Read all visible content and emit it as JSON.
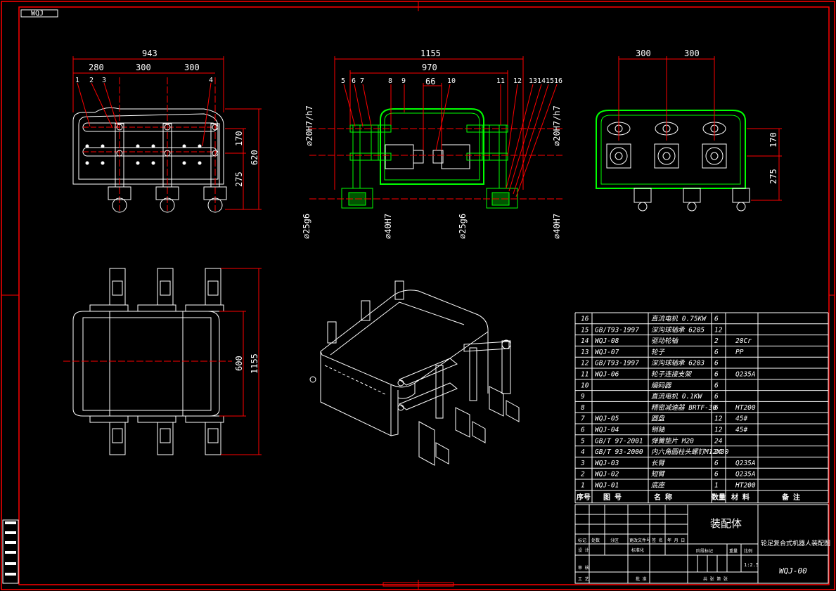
{
  "sheet_tag": "WQJ",
  "front_view": {
    "dims_top": [
      "943",
      "280",
      "300",
      "300"
    ],
    "dims_right": [
      "170",
      "620",
      "275"
    ],
    "part_labels": [
      "1",
      "2",
      "3",
      "4"
    ]
  },
  "section_view": {
    "dims_top": [
      "1155",
      "970",
      "66"
    ],
    "part_labels_left": [
      "5",
      "6",
      "7",
      "8",
      "9",
      "10"
    ],
    "part_labels_right": [
      "11",
      "12",
      "13",
      "14",
      "15",
      "16"
    ],
    "fit_labels": [
      "⌀20H7/h7",
      "⌀20H7/h7",
      "⌀25g6",
      "⌀40H7",
      "⌀25g6",
      "⌀40H7"
    ]
  },
  "side_view": {
    "dims_top": [
      "300",
      "300"
    ],
    "dims_right": [
      "170",
      "275"
    ]
  },
  "top_view": {
    "dims_right": [
      "600",
      "1155"
    ]
  },
  "bom": {
    "rows": [
      {
        "no": "16",
        "code": "",
        "name": "直流电机 0.75KW",
        "qty": "6",
        "mat": "",
        "note": ""
      },
      {
        "no": "15",
        "code": "GB/T93-1997",
        "name": "深沟球轴承 6205",
        "qty": "12",
        "mat": "",
        "note": ""
      },
      {
        "no": "14",
        "code": "WQJ-08",
        "name": "驱动轮轴",
        "qty": "2",
        "mat": "20Cr",
        "note": ""
      },
      {
        "no": "13",
        "code": "WQJ-07",
        "name": "轮子",
        "qty": "6",
        "mat": "PP",
        "note": ""
      },
      {
        "no": "12",
        "code": "GB/T93-1997",
        "name": "深沟球轴承 6203",
        "qty": "6",
        "mat": "",
        "note": ""
      },
      {
        "no": "11",
        "code": "WQJ-06",
        "name": "轮子连接支架",
        "qty": "6",
        "mat": "Q235A",
        "note": ""
      },
      {
        "no": "10",
        "code": "",
        "name": "编码器",
        "qty": "6",
        "mat": "",
        "note": ""
      },
      {
        "no": "9",
        "code": "",
        "name": "直流电机 0.1KW",
        "qty": "6",
        "mat": "",
        "note": ""
      },
      {
        "no": "8",
        "code": "",
        "name": "精密减速器 BRTF-30",
        "qty": "6",
        "mat": "HT200",
        "note": ""
      },
      {
        "no": "7",
        "code": "WQJ-05",
        "name": "圆盘",
        "qty": "12",
        "mat": "45#",
        "note": ""
      },
      {
        "no": "6",
        "code": "WQJ-04",
        "name": "销轴",
        "qty": "12",
        "mat": "45#",
        "note": ""
      },
      {
        "no": "5",
        "code": "GB/T 97-2001",
        "name": "弹簧垫片 M20",
        "qty": "24",
        "mat": "",
        "note": ""
      },
      {
        "no": "4",
        "code": "GB/T 93-2000",
        "name": "内六角圆柱头螺钉M12X30",
        "qty": "24",
        "mat": "",
        "note": ""
      },
      {
        "no": "3",
        "code": "WQJ-03",
        "name": "长臂",
        "qty": "6",
        "mat": "Q235A",
        "note": ""
      },
      {
        "no": "2",
        "code": "WQJ-02",
        "name": "短臂",
        "qty": "6",
        "mat": "Q235A",
        "note": ""
      },
      {
        "no": "1",
        "code": "WQJ-01",
        "name": "底座",
        "qty": "1",
        "mat": "HT200",
        "note": ""
      }
    ],
    "header": {
      "no": "序号",
      "code": "图 号",
      "name": "名 称",
      "qty": "数量",
      "mat": "材 料",
      "note": "备 注"
    }
  },
  "title_block": {
    "drawing_name": "装配体",
    "project_title": "轮足复合式机器人装配图",
    "drawing_code": "WQJ-00",
    "scale": "1:2.5",
    "cells": [
      "标记",
      "处数",
      "分区",
      "更改文件号",
      "签 名",
      "年 月 日",
      "设 计",
      "标准化",
      "审 核",
      "工 艺",
      "批 准",
      "阶段标记",
      "重量",
      "比例",
      "共 张 第 张"
    ]
  },
  "colors": {
    "frame": "#ff0000",
    "line": "#ffffff",
    "dim": "#ff0000",
    "hatch": "#00ff00"
  }
}
